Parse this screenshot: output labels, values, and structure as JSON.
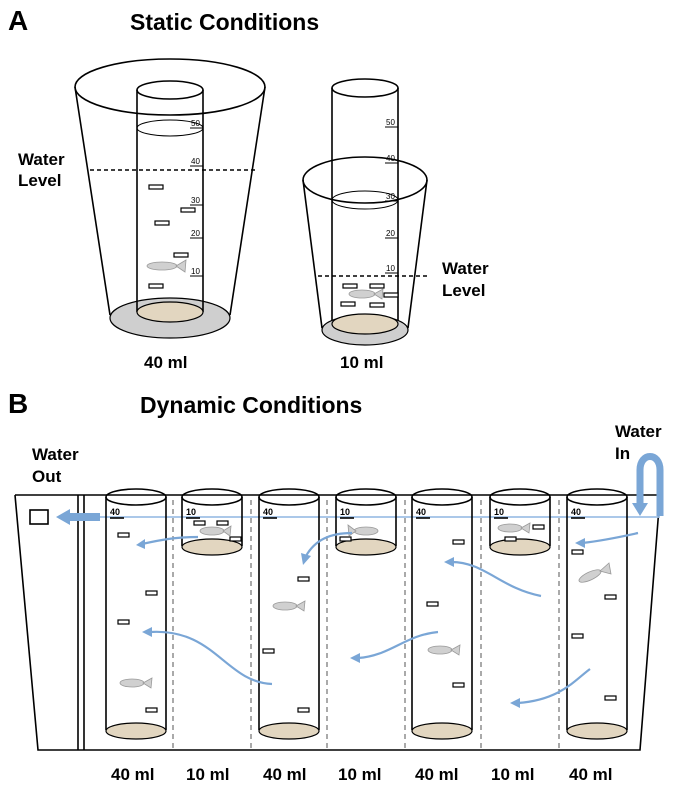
{
  "panel_a": {
    "letter": "A",
    "title": "Static Conditions",
    "water_level_left": [
      "Water",
      "Level"
    ],
    "water_level_right": [
      "Water",
      "Level"
    ],
    "volume_left": "40 ml",
    "volume_right": "10 ml",
    "tube_ticks": [
      "50",
      "40",
      "30",
      "20",
      "10"
    ]
  },
  "panel_b": {
    "letter": "B",
    "title": "Dynamic Conditions",
    "water_out": [
      "Water",
      "Out"
    ],
    "water_in": [
      "Water",
      "In"
    ],
    "tube_marks": [
      "40",
      "10",
      "40",
      "10",
      "40",
      "10",
      "40"
    ],
    "volumes": [
      "40 ml",
      "10 ml",
      "40 ml",
      "10 ml",
      "40 ml",
      "10 ml",
      "40 ml"
    ]
  },
  "colors": {
    "flow_arrow": "#7aa6d6",
    "mesh": "#e2d6c0",
    "tank_base": "#cfcfcf"
  }
}
